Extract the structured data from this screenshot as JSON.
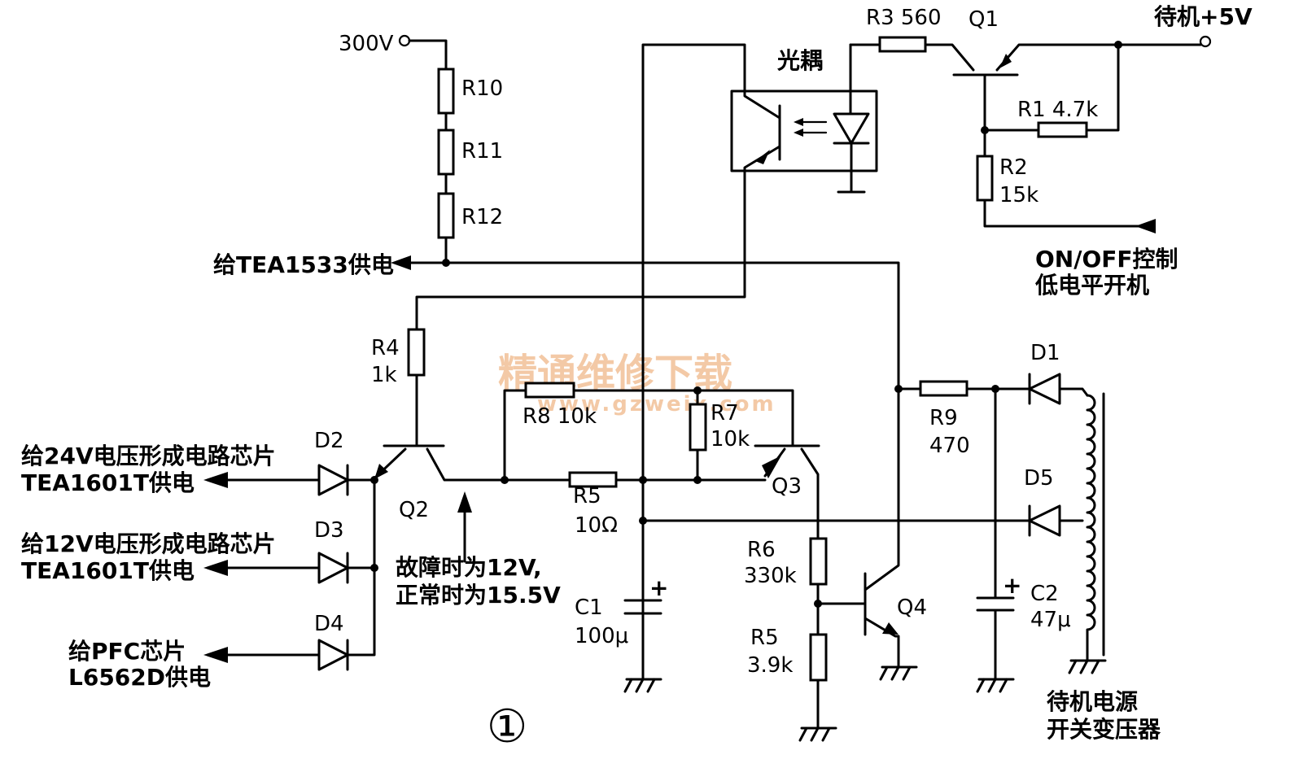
{
  "watermark": {
    "title": "精通维修下载",
    "url": "www.gzweix.com"
  },
  "figure_number": "①",
  "terminals": {
    "v300": "300V",
    "standby5v": "待机+5V"
  },
  "components": {
    "R10": "R10",
    "R11": "R11",
    "R12": "R12",
    "R3": "R3  560",
    "Q1": "Q1",
    "optocoupler": "光耦",
    "R1": "R1  4.7k",
    "R2": "R2",
    "R2_value": "15k",
    "R4": "R4",
    "R4_value": "1k",
    "R8": "R8  10k",
    "R7": "R7",
    "R7_value": "10k",
    "R9": "R9",
    "R9_value": "470",
    "D1": "D1",
    "D5": "D5",
    "D2": "D2",
    "D3": "D3",
    "D4": "D4",
    "Q2": "Q2",
    "Q3": "Q3",
    "Q4": "Q4",
    "R5a": "R5",
    "R5a_value": "10Ω",
    "R6": "R6",
    "R6_value": "330k",
    "R5b": "R5",
    "R5b_value": "3.9k",
    "C1": "C1",
    "C1_value": "100μ",
    "C2": "C2",
    "C2_value": "47μ",
    "plus": "+"
  },
  "labels": {
    "tea1533": "给TEA1533供电",
    "onoff_line1": "ON/OFF控制",
    "onoff_line2": "低电平开机",
    "out24_line1": "给24V电压形成电路芯片",
    "out24_line2": "TEA1601T供电",
    "out12_line1": "给12V电压形成电路芯片",
    "out12_line2": "TEA1601T供电",
    "pfc_line1": "给PFC芯片",
    "pfc_line2": "L6562D供电",
    "fault_line1": "故障时为12V,",
    "fault_line2": "正常时为15.5V",
    "transformer_line1": "待机电源",
    "transformer_line2": "开关变压器"
  }
}
